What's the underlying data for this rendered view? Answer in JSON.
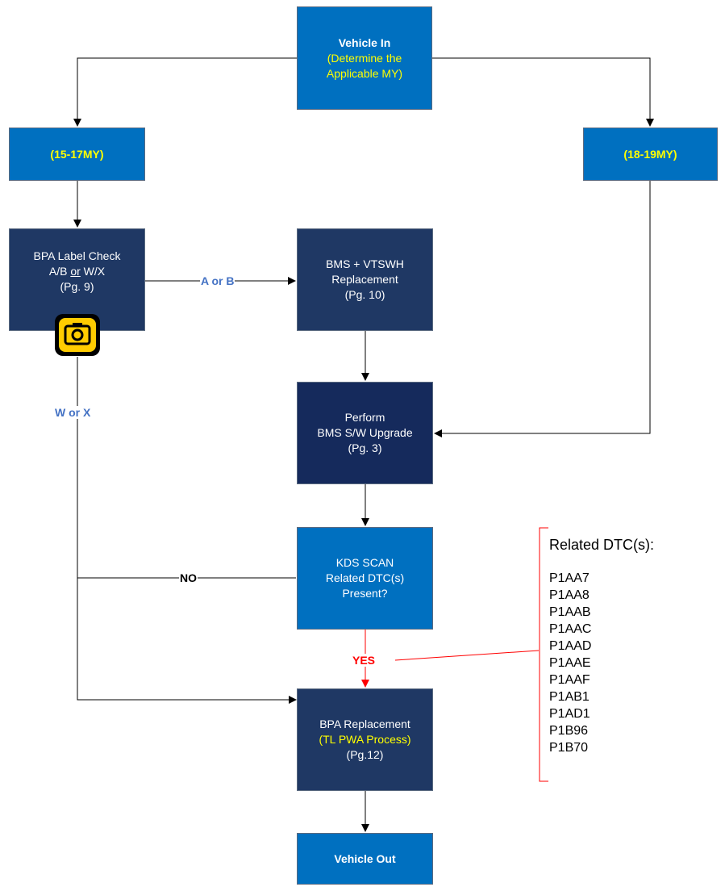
{
  "nodes": {
    "vehicle_in": {
      "title": "Vehicle In",
      "line2": "(Determine the",
      "line3": "Applicable MY)"
    },
    "my_15_17": {
      "label": "(15-17MY)"
    },
    "my_18_19": {
      "label": "(18-19MY)"
    },
    "bpa_label_check": {
      "line1": "BPA Label Check",
      "line2_a": "A/B ",
      "line2_or": "or",
      "line2_b": " W/X",
      "line3": "(Pg. 9)"
    },
    "bms_vtswh": {
      "line1": "BMS + VTSWH",
      "line2": "Replacement",
      "line3": "(Pg. 10)"
    },
    "perform_upgrade": {
      "line1": "Perform",
      "line2": "BMS S/W Upgrade",
      "line3": "(Pg. 3)"
    },
    "kds_scan": {
      "line1": "KDS SCAN",
      "line2": "Related DTC(s)",
      "line3": "Present?"
    },
    "bpa_replacement": {
      "line1": "BPA Replacement",
      "line2": "(TL PWA Process)",
      "line3": "(Pg.12)"
    },
    "vehicle_out": {
      "label": "Vehicle Out"
    }
  },
  "edge_labels": {
    "a_or_b": "A or B",
    "w_or_x": "W or X",
    "no": "NO",
    "yes": "YES"
  },
  "dtc_panel": {
    "title": "Related DTC(s):",
    "codes": [
      "P1AA7",
      "P1AA8",
      "P1AAB",
      "P1AAC",
      "P1AAD",
      "P1AAE",
      "P1AAF",
      "P1AB1",
      "P1AD1",
      "P1B96",
      "P1B70"
    ]
  },
  "colors": {
    "blue_box": "#0070c0",
    "navy_box": "#1f3864",
    "dark_box": "#152a5c",
    "highlight_text": "#ffff00",
    "label_blue": "#4472c4",
    "yes_red": "#ff0000"
  },
  "icons": {
    "camera": "camera-icon"
  }
}
